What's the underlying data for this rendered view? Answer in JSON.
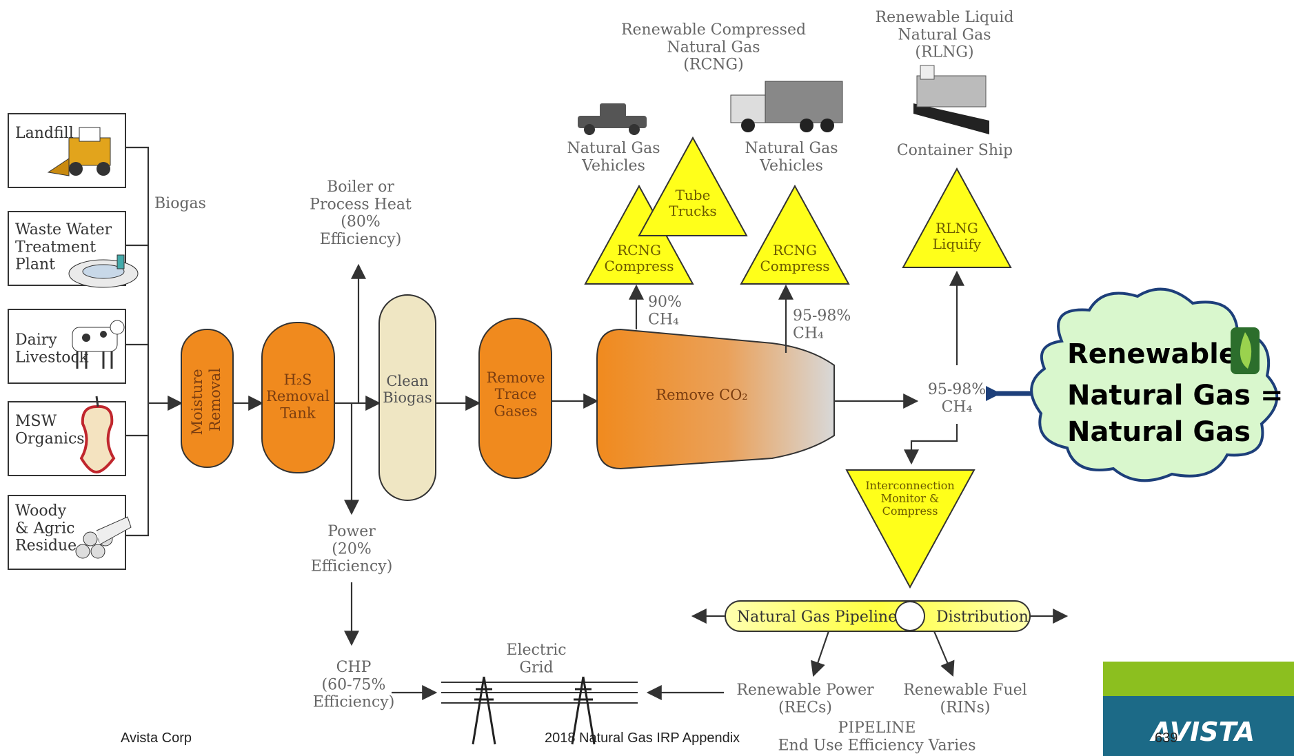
{
  "sources": [
    "Landfill",
    "Waste Water|Treatment|Plant",
    "Dairy|Livestock",
    "MSW|Organics",
    "Woody|& Agric|Residue"
  ],
  "biogas_label": "Biogas",
  "stages": {
    "moisture": "Moisture|Removal",
    "h2s": "H₂S|Removal|Tank",
    "clean": "Clean|Biogas",
    "trace": "Remove|Trace|Gases",
    "co2": "Remove CO₂"
  },
  "boiler": "Boiler or|Process Heat|(80%|Efficiency)",
  "power": "Power|(20%|Efficiency)",
  "chp": "CHP|(60-75%|Efficiency)",
  "electric_grid": "Electric|Grid",
  "rcng_title": "Renewable Compressed|Natural Gas|(RCNG)",
  "rlng_title": "Renewable Liquid|Natural Gas|(RLNG)",
  "ngv_left": "Natural Gas|Vehicles",
  "ngv_right": "Natural Gas|Vehicles",
  "container_ship": "Container Ship",
  "tri_tube": "Tube|Trucks",
  "tri_rcng1": "RCNG|Compress",
  "tri_rcng2": "RCNG|Compress",
  "tri_rlng": "RLNG|Liquify",
  "tri_inter": "Interconnection|Monitor &|Compress",
  "ch4_90": "90%|CH₄",
  "ch4_9598_top": "95-98%|CH₄",
  "ch4_9598_out": "95-98%|CH₄",
  "pipeline_left": "Natural Gas Pipeline",
  "pipeline_right": "Distribution",
  "renewable_power": "Renewable Power|(RECs)",
  "renewable_fuel": "Renewable Fuel|(RINs)",
  "pipeline_end": "PIPELINE|End Use Efficiency Varies",
  "cloud": [
    "Renewable",
    "Natural Gas =",
    "Natural Gas"
  ],
  "footer": {
    "left": "Avista Corp",
    "center": "2018 Natural Gas IRP Appendix",
    "page": "639",
    "logo": "AVISTA"
  },
  "colors": {
    "orange": "#f08a1e",
    "cream": "#efe6c3",
    "yellow": "#ffff1a",
    "cloud": "#d9f7cd",
    "navy": "#1d3f7a",
    "green": "#8cbf1f",
    "teal": "#1c6a87"
  }
}
